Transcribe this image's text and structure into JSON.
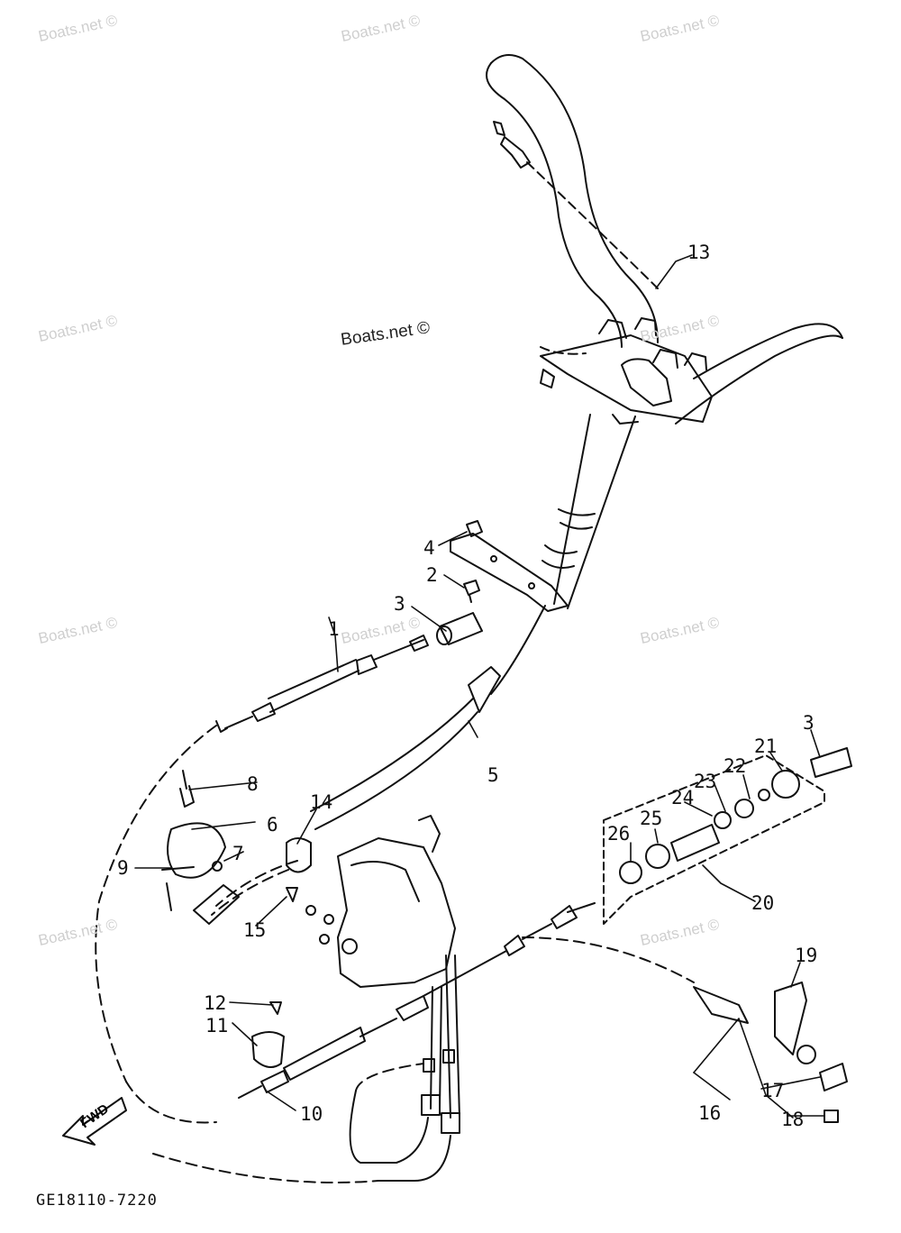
{
  "watermark": "Boats.net ©",
  "diagram_code": "GE18110-7220",
  "fwd_label": "FWD",
  "callouts": {
    "c1": "1",
    "c2": "2",
    "c3a": "3",
    "c3b": "3",
    "c4": "4",
    "c5": "5",
    "c6": "6",
    "c7": "7",
    "c8": "8",
    "c9": "9",
    "c10": "10",
    "c11": "11",
    "c12": "12",
    "c13": "13",
    "c14": "14",
    "c15": "15",
    "c16": "16",
    "c17": "17",
    "c18": "18",
    "c19": "19",
    "c20": "20",
    "c21": "21",
    "c22": "22",
    "c23": "23",
    "c24": "24",
    "c25": "25",
    "c26": "26"
  }
}
